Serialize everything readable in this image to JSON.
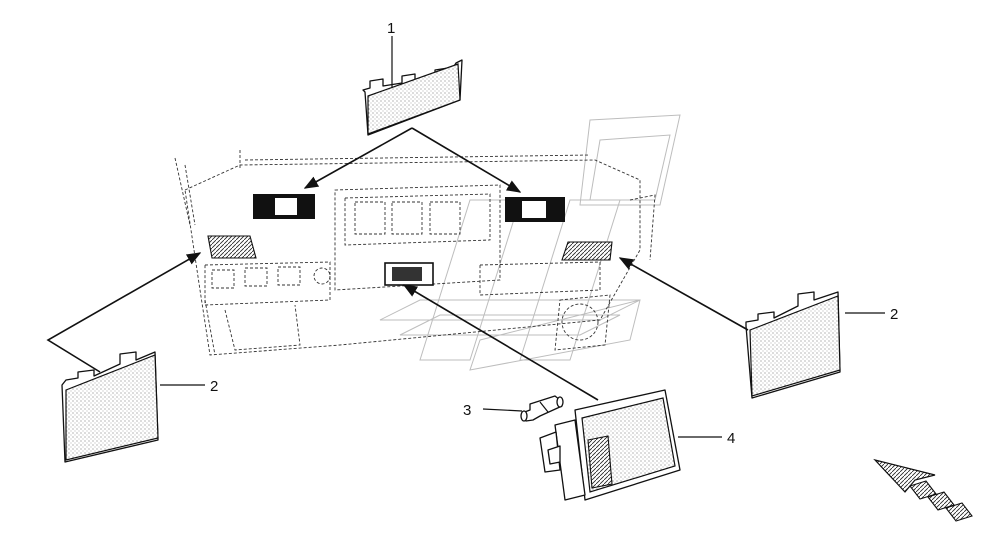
{
  "callouts": {
    "c1": "1",
    "c2_left": "2",
    "c2_right": "2",
    "c3": "3",
    "c4": "4"
  },
  "icons": {
    "orientation": "view-direction-arrow-icon",
    "bulb": "festoon-bulb-icon",
    "lamp_housing": "lamp-housing-icon",
    "lens": "lamp-lens-icon"
  },
  "colors": {
    "ink": "#111111",
    "ghost": "#bdbdbd",
    "fill_dark": "#111111"
  }
}
